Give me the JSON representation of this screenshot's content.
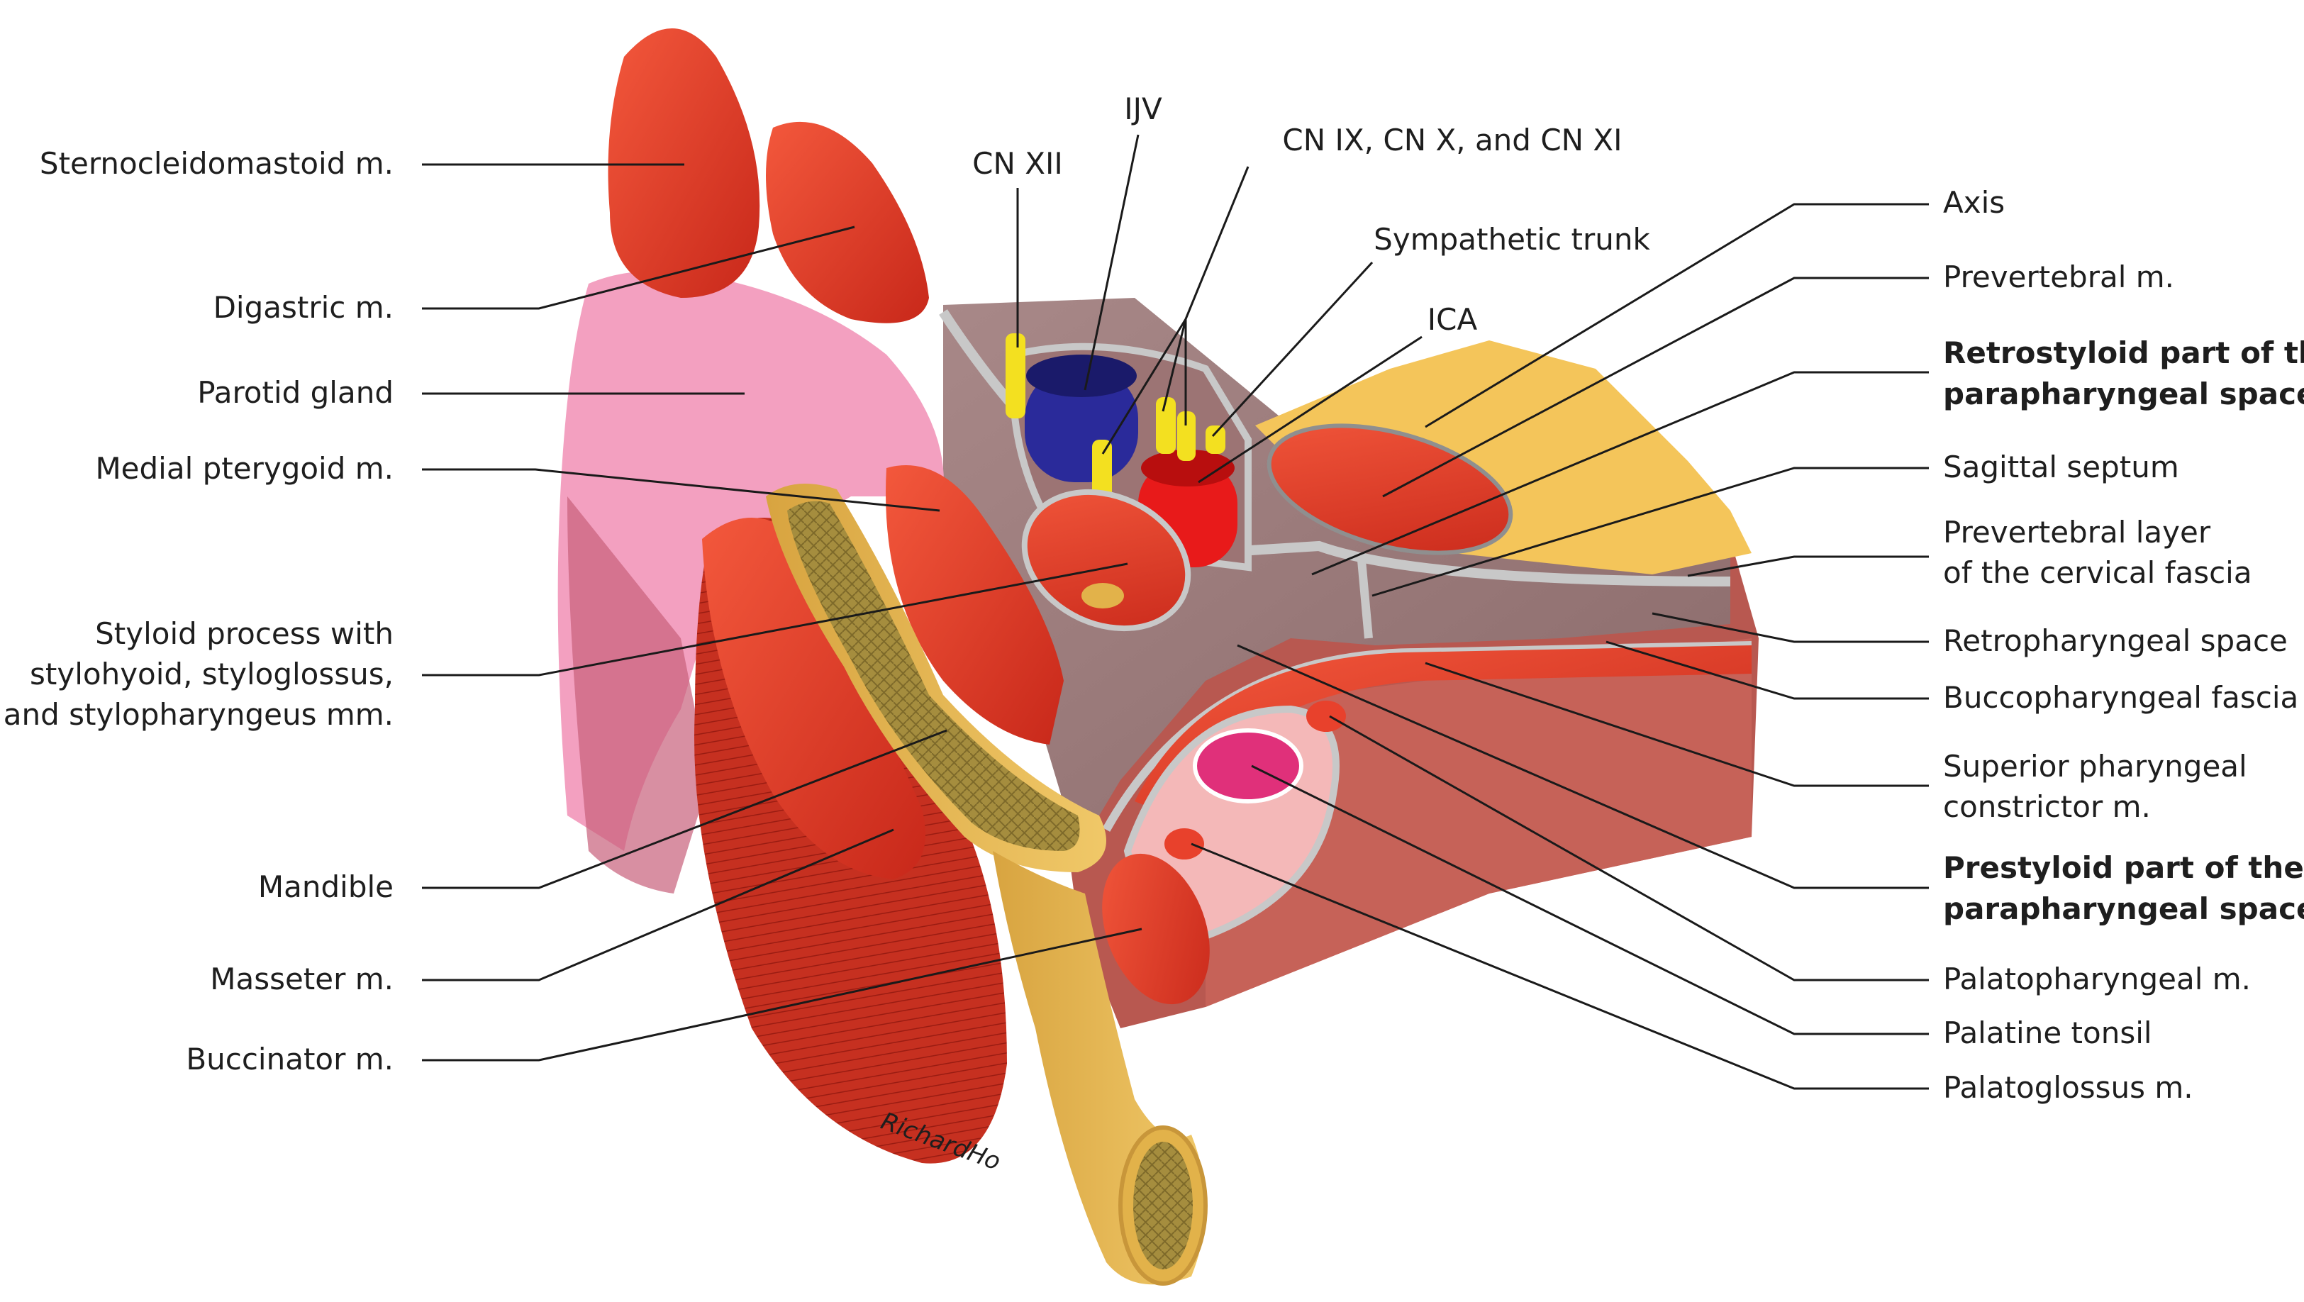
{
  "labels_left": {
    "sternocleidomastoid": "Sternocleidomastoid m.",
    "digastric": "Digastric m.",
    "parotid": "Parotid gland",
    "medial_pterygoid": "Medial pterygoid m.",
    "styloid_1": "Styloid process with",
    "styloid_2": "stylohyoid, styloglossus,",
    "styloid_3": "and stylopharyngeus mm.",
    "mandible": "Mandible",
    "masseter": "Masseter m.",
    "buccinator": "Buccinator m."
  },
  "labels_top": {
    "cn_xii": "CN XII",
    "ijv": "IJV",
    "cn_ix_x_xi": "CN IX, CN X, and CN XI",
    "sympathetic": "Sympathetic trunk",
    "ica": "ICA"
  },
  "labels_right": {
    "axis": "Axis",
    "prevertebral_m": "Prevertebral m.",
    "retrostyloid_1": "Retrostyloid part of the",
    "retrostyloid_2": "parapharyngeal space",
    "sagittal": "Sagittal septum",
    "prevert_layer_1": "Prevertebral layer",
    "prevert_layer_2": "of the cervical fascia",
    "retropharyngeal": "Retropharyngeal space",
    "buccopharyngeal": "Buccopharyngeal fascia",
    "sup_constrictor_1": "Superior pharyngeal",
    "sup_constrictor_2": "constrictor m.",
    "prestyloid_1": "Prestyloid part of the",
    "prestyloid_2": "parapharyngeal space",
    "palatopharyngeal": "Palatopharyngeal m.",
    "palatine_tonsil": "Palatine tonsil",
    "palatoglossus": "Palatoglossus m."
  },
  "signature": "RichardHo",
  "colors": {
    "muscle": "#e8412c",
    "muscle_dark": "#b82418",
    "parotid": "#f3a0c0",
    "bone": "#e2b24a",
    "marrow": "#a08a3c",
    "vein": "#2a2a9a",
    "artery": "#e81a1a",
    "nerve": "#f3e020",
    "fascia": "#b5b5b5",
    "space": "#9c7a7a",
    "fat": "#f4c55a",
    "tonsil": "#e0307a"
  }
}
